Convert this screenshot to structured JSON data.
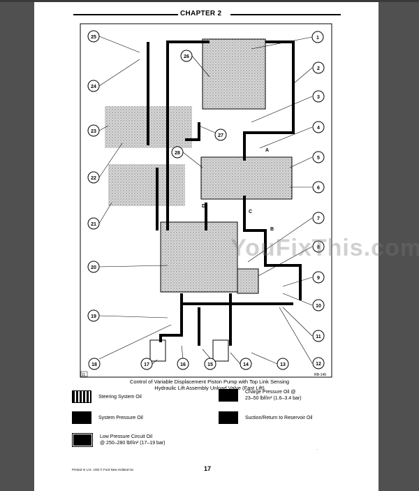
{
  "header": {
    "chapter": "CHAPTER 2"
  },
  "figure": {
    "callouts": [
      "1",
      "2",
      "3",
      "4",
      "5",
      "6",
      "7",
      "8",
      "9",
      "10",
      "11",
      "12",
      "13",
      "14",
      "15",
      "16",
      "17",
      "18",
      "19",
      "20",
      "21",
      "22",
      "23",
      "24",
      "25",
      "26",
      "27",
      "28"
    ],
    "line_letters": [
      "A",
      "B",
      "C",
      "D"
    ],
    "corner_number": "11",
    "figure_id": "RB-149",
    "caption_line1": "Control of Variable Displacement Piston Pump with Top Link Sensing",
    "caption_line2": "Hydraulic Lift Assembly Unload Valve (Fast Lift)"
  },
  "legend": [
    {
      "label": "Steering System Oil",
      "label2": ""
    },
    {
      "label": "Charge Pressure Oil @",
      "label2": "23–50 lbf/in² (1.6–3.4 bar)"
    },
    {
      "label": "System Pressure Oil",
      "label2": ""
    },
    {
      "label": "Suction/Return to Reservoir Oil",
      "label2": ""
    },
    {
      "label": "Low Pressure Circuit Oil",
      "label2": "@ 250–280 lbf/in²  (17–19 bar)"
    }
  ],
  "footer": {
    "printed": "Printed In U.K. 1/92 © Ford New Holland Inc",
    "page_number": "17"
  },
  "watermark": "YouFixThis.com",
  "colors": {
    "background": "#505050",
    "page": "#ffffff",
    "ink": "#000000"
  }
}
